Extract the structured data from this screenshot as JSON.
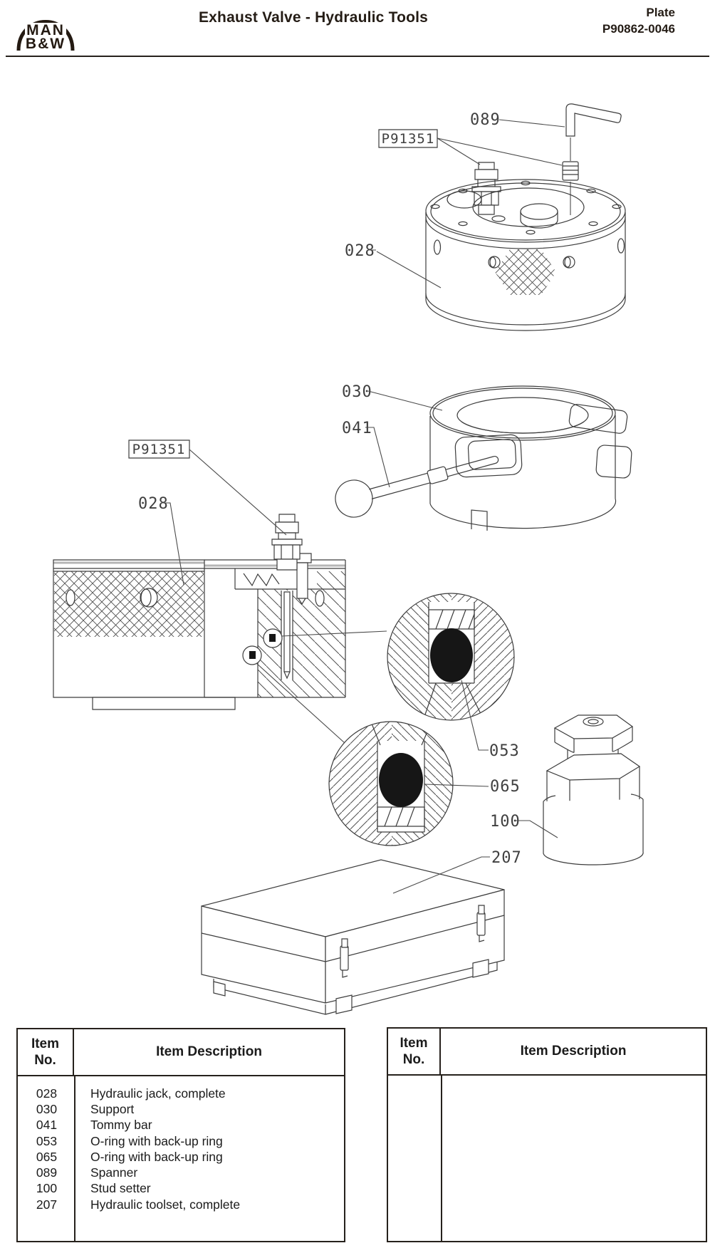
{
  "header": {
    "logo": {
      "line1": "MAN",
      "line2": "B&W"
    },
    "title": "Exhaust Valve - Hydraulic Tools",
    "plate": {
      "label": "Plate",
      "number": "P90862-0046"
    }
  },
  "diagram": {
    "callouts": {
      "spanner": "089",
      "coupling_box_top": "P91351",
      "jack_top": "028",
      "support": "030",
      "tommy_bar": "041",
      "coupling_box_section": "P91351",
      "jack_section": "028",
      "oring_upper": "053",
      "oring_lower": "065",
      "stud_setter": "100",
      "toolset": "207"
    }
  },
  "parts_table": {
    "header": {
      "item_no_line1": "Item",
      "item_no_line2": "No.",
      "description": "Item Description"
    },
    "rows": [
      {
        "no": "028",
        "desc": "Hydraulic jack, complete"
      },
      {
        "no": "030",
        "desc": "Support"
      },
      {
        "no": "041",
        "desc": "Tommy bar"
      },
      {
        "no": "053",
        "desc": "O-ring with back-up ring"
      },
      {
        "no": "065",
        "desc": "O-ring with back-up ring"
      },
      {
        "no": "089",
        "desc": "Spanner"
      },
      {
        "no": "100",
        "desc": "Stud setter"
      },
      {
        "no": "207",
        "desc": "Hydraulic toolset, complete"
      }
    ]
  },
  "empty_table": {
    "header": {
      "item_no_line1": "Item",
      "item_no_line2": "No.",
      "description": "Item Description"
    }
  }
}
